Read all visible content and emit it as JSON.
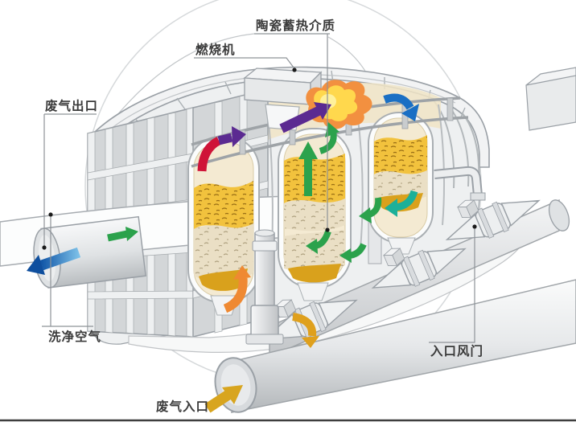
{
  "diagram": {
    "title_hint": "RTO regenerative thermal oxidizer cutaway diagram",
    "labels": {
      "ceramic_media": "陶瓷蓄热介质",
      "burner": "燃烧机",
      "exhaust_outlet": "废气出口",
      "clean_air": "洗净空气",
      "exhaust_inlet": "废气入口",
      "inlet_damper": "入口风门"
    },
    "colors": {
      "flame_outer": "#f29040",
      "flame_inner": "#ffd84d",
      "flame_core": "#fff2a0",
      "media_gold": "#f2c23d",
      "media_beige": "#eadfc5",
      "media_pool": "#d9a11c",
      "chamber_cream": "#f4ead2",
      "arrow_purple": "#5b2a91",
      "arrow_crimson": "#cf1438",
      "arrow_green": "#2ba24c",
      "arrow_teal": "#1cb099",
      "arrow_blue": "#1a6fc4",
      "arrow_blue_dark": "#0f4f9e",
      "arrow_orange": "#ef8932",
      "arrow_amber": "#dfa01d",
      "arrow_gold": "#d8a51f",
      "metal_light": "#f2f3f4",
      "metal_stroke": "#9aa0a6",
      "label_text": "#3a3a3a"
    },
    "icons": {
      "flame": "combustion-flame",
      "flow_arrows": [
        "crimson-purple-curved-flow",
        "purple-straight-flow",
        "green-up-flow",
        "blue-curved-down-flow",
        "teal-curved-flow",
        "orange-curved-flow",
        "amber-curved-flow",
        "gold-inlet-flow",
        "blue-outlet-flow",
        "green-duct-flow"
      ]
    }
  }
}
